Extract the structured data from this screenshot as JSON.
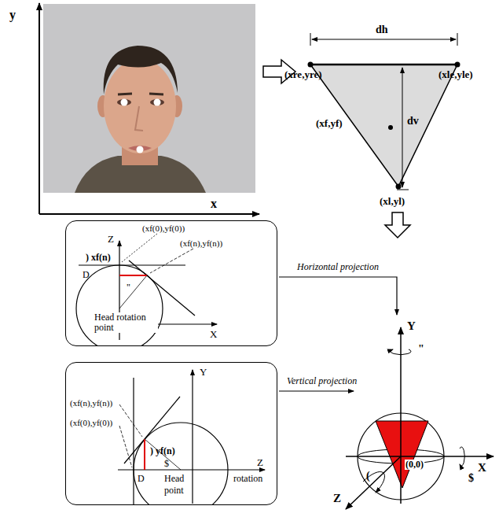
{
  "diagram": {
    "nodes": [
      {
        "text": [
          "Z",
          "(xf(0),yf(0))",
          "(xf(n),yf(n))",
          ") xf(n)",
          "D",
          "\"",
          "Head rotation point",
          "X"
        ]
      },
      {
        "text": [
          "Y",
          "(xf(n),yf(n))",
          "(xf(0),yf(0))",
          ") yf(n)",
          "$",
          "D",
          "Head",
          "rotation",
          "point",
          "Z"
        ]
      }
    ],
    "labels": [
      "y",
      "x",
      "dh",
      "(xre,yre)",
      "(xle,yle)",
      "(xf,yf)",
      "dv",
      "(xl,yl)",
      "Horizontal projection",
      "Vertical projection",
      "Y",
      "\"",
      "X",
      "$",
      "(",
      "Z",
      "(0,0)"
    ]
  }
}
